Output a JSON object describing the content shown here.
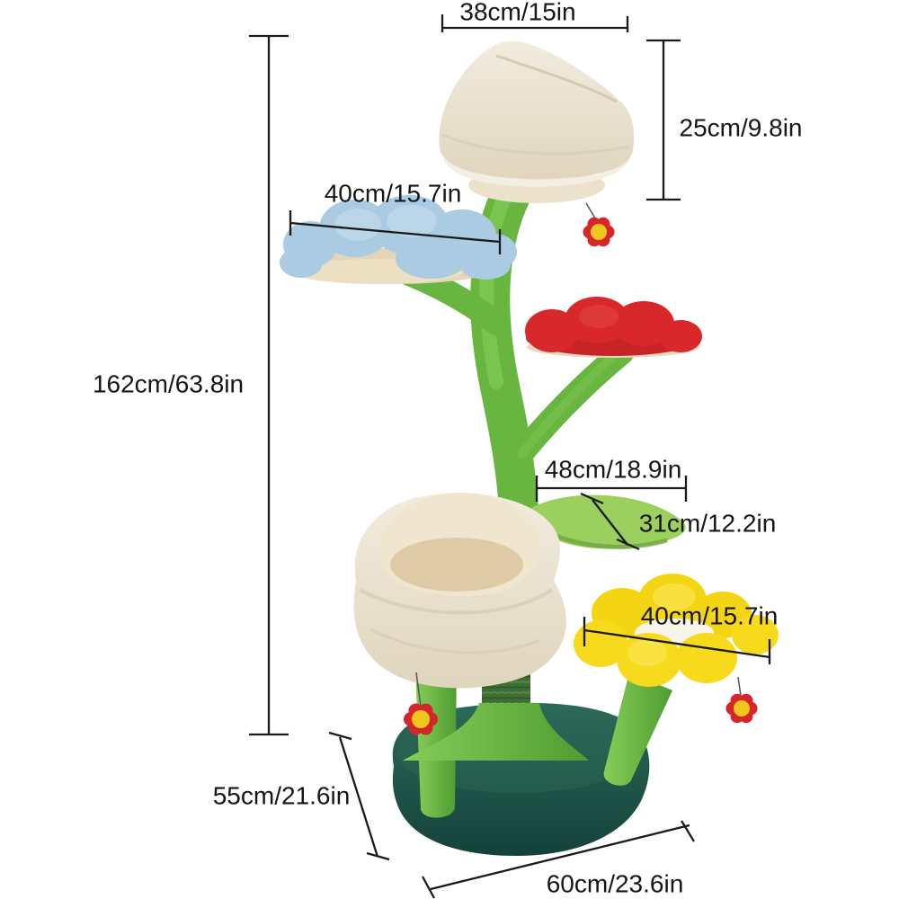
{
  "page": {
    "type": "product-dimension-diagram",
    "subject": "flower-shaped cat tree tower with plush platforms and scratching posts",
    "background": "#ffffff"
  },
  "dimensions": {
    "top_bed_width": "38cm/15in",
    "top_bed_height": "25cm/9.8in",
    "blue_flower_width": "40cm/15.7in",
    "total_height": "162cm/63.8in",
    "leaf_length": "48cm/18.9in",
    "leaf_width": "31cm/12.2in",
    "yellow_flower_width": "40cm/15.7in",
    "base_depth": "55cm/21.6in",
    "base_width": "60cm/23.6in"
  },
  "colors": {
    "annotation_line": "#1a1a1a",
    "label_text": "#161616",
    "stem_green": "#68b540",
    "stem_green_light": "#85cd58",
    "sisal_green_dark": "#3e6e33",
    "base_teal": "#1d5246",
    "cream_bed": "#ece3d1",
    "blue_flower": "#aacbe2",
    "red_flower": "#d8282c",
    "yellow_flower": "#f6d71f",
    "toy_red": "#d7262b",
    "toy_yellow": "#f2c71d"
  }
}
